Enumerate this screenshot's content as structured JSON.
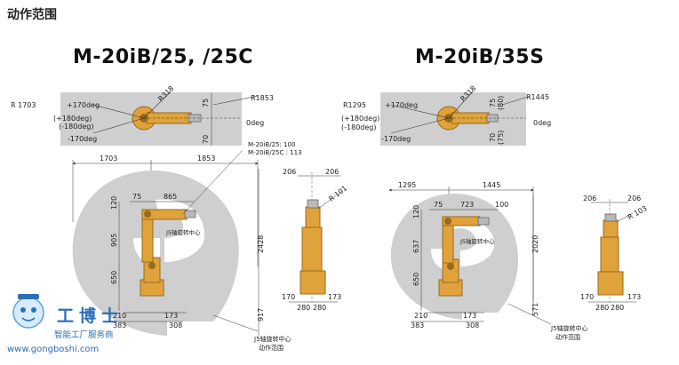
{
  "heading": "动作范围",
  "left": {
    "title": "M-20iB/25, /25C",
    "top_view": {
      "r_outer_label": "R 1703",
      "r_front_label": "R1853",
      "r_rear_label": "R318",
      "angle_pos": "+170deg",
      "angle_pos_alt": "(+180deg)",
      "angle_neg_alt": "(-180deg)",
      "angle_neg": "-170deg",
      "zero": "0deg",
      "dim_75": "75",
      "dim_70": "70"
    },
    "side_view": {
      "dim_1703": "1703",
      "dim_1853": "1853",
      "dim_75": "75",
      "dim_865": "865",
      "dim_120": "120",
      "dim_905": "905",
      "dim_650": "650",
      "dim_2428": "2428",
      "dim_210": "210",
      "dim_173": "173",
      "dim_383": "383",
      "dim_308": "308",
      "dim_917": "917",
      "callout_1": "M-20iB/25: 100",
      "callout_2": "M-20iB/25C : 113",
      "j5_label": "J5轴旋转中心",
      "j5_note_1": "J5轴旋转中心",
      "j5_note_2": "动作范围"
    },
    "front_view": {
      "dim_206a": "206",
      "dim_206b": "206",
      "r_label": "R 101",
      "dim_170": "170",
      "dim_173": "173",
      "dim_280a": "280",
      "dim_280b": "280"
    }
  },
  "right": {
    "title": "M-20iB/35S",
    "top_view": {
      "r_outer_label": "R1295",
      "r_front_label": "R1445",
      "r_rear_label": "R318",
      "angle_pos": "+170deg",
      "angle_pos_alt": "(+180deg)",
      "angle_neg_alt": "(-180deg)",
      "angle_neg": "-170deg",
      "zero": "0deg",
      "dim_75": "75",
      "dim_80": "(80)",
      "dim_70": "70",
      "dim_75b": "(75)"
    },
    "side_view": {
      "dim_1295": "1295",
      "dim_1445": "1445",
      "dim_75": "75",
      "dim_723": "723",
      "dim_100": "100",
      "dim_120": "120",
      "dim_637": "637",
      "dim_650": "650",
      "dim_2020": "2020",
      "dim_210": "210",
      "dim_173": "173",
      "dim_383": "383",
      "dim_308": "308",
      "dim_571": "571",
      "j5_label": "J5轴旋转中心",
      "j5_note_1": "J5轴旋转中心",
      "j5_note_2": "动作范围"
    },
    "front_view": {
      "dim_206a": "206",
      "dim_206b": "206",
      "r_label": "R 103",
      "dim_170": "170",
      "dim_173": "173",
      "dim_280a": "280",
      "dim_280b": "280"
    }
  },
  "watermark": {
    "name": "工博士",
    "tagline": "智能工厂服务商",
    "url": "www.gongboshi.com"
  },
  "colors": {
    "envelope": "#cfcfcf",
    "robot": "#e0a23a",
    "robot_dark": "#9a6a1c",
    "brand_blue": "#2b6fb6"
  }
}
